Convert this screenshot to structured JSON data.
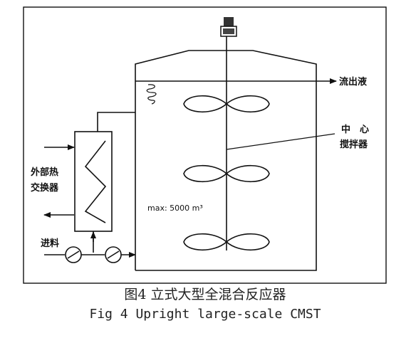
{
  "labels": {
    "outflow": "流出液",
    "agitator_line1": "中　心",
    "agitator_line2": "搅拌器",
    "heat_exchanger_line1": "外部热",
    "heat_exchanger_line2": "交换器",
    "feed": "进料",
    "capacity": "max: 5000 m³"
  },
  "caption": {
    "zh": "图4 立式大型全混合反应器",
    "en": "Fig 4 Upright large-scale CMST"
  }
}
